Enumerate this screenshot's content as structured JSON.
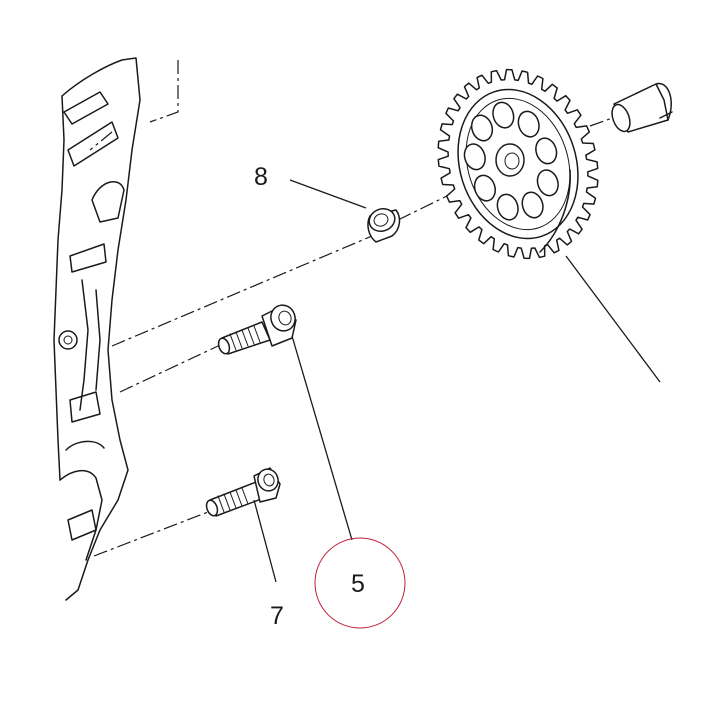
{
  "diagram": {
    "callouts": {
      "c8": "8",
      "c5": "5",
      "c7": "7"
    },
    "highlight": {
      "label": "5",
      "color": "#c0203a"
    },
    "colors": {
      "ink": "#1a1a1a",
      "background": "#ffffff"
    }
  }
}
